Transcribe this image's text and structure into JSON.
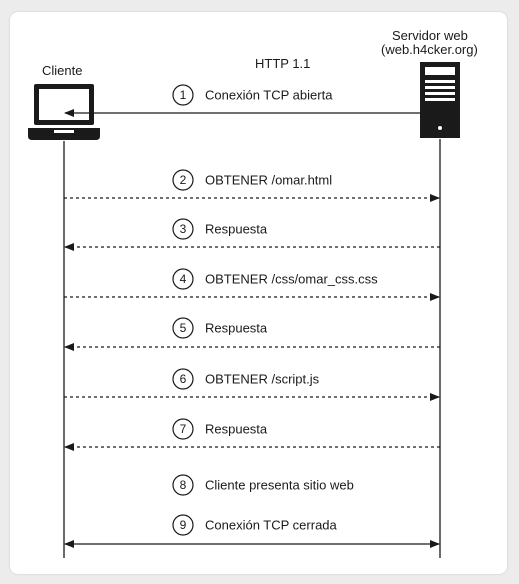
{
  "protocol": "HTTP 1.1",
  "client": {
    "label": "Cliente"
  },
  "server": {
    "label": "Servidor web",
    "host": "(web.h4cker.org)"
  },
  "steps": [
    {
      "num": "1",
      "text": "Conexión TCP abierta",
      "direction": "both",
      "style": "solid"
    },
    {
      "num": "2",
      "text": "OBTENER /omar.html",
      "direction": "to-server",
      "style": "dashed"
    },
    {
      "num": "3",
      "text": "Respuesta",
      "direction": "to-client",
      "style": "dashed"
    },
    {
      "num": "4",
      "text": "OBTENER /css/omar_css.css",
      "direction": "to-server",
      "style": "dashed"
    },
    {
      "num": "5",
      "text": "Respuesta",
      "direction": "to-client",
      "style": "dashed"
    },
    {
      "num": "6",
      "text": "OBTENER /script.js",
      "direction": "to-server",
      "style": "dashed"
    },
    {
      "num": "7",
      "text": "Respuesta",
      "direction": "to-client",
      "style": "dashed"
    },
    {
      "num": "8",
      "text": "Cliente presenta sitio web",
      "direction": "none",
      "style": "none"
    },
    {
      "num": "9",
      "text": "Conexión TCP cerrada",
      "direction": "both",
      "style": "solid"
    }
  ],
  "icons": {
    "client": "laptop-icon",
    "server": "server-tower-icon"
  },
  "colors": {
    "line": "#1a1a1a",
    "card": "#ffffff",
    "background": "#ececec"
  }
}
